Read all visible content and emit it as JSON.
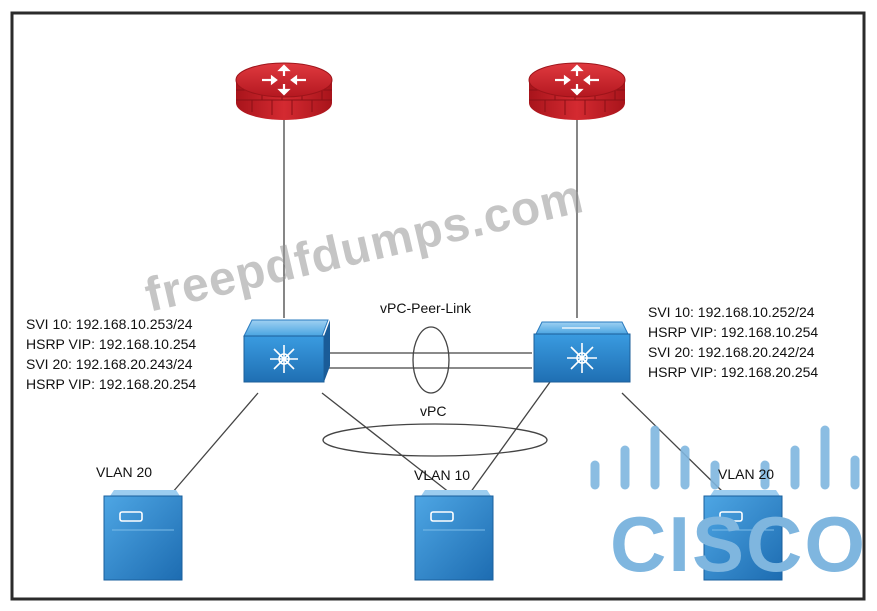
{
  "left_switch": {
    "lines": [
      "SVI 10: 192.168.10.253/24",
      "HSRP VIP: 192.168.10.254",
      "SVI 20: 192.168.20.243/24",
      "HSRP VIP: 192.168.20.254"
    ]
  },
  "right_switch": {
    "lines": [
      "SVI 10: 192.168.10.252/24",
      "HSRP VIP: 192.168.10.254",
      "SVI 20: 192.168.20.242/24",
      "HSRP VIP: 192.168.20.254"
    ]
  },
  "links": {
    "peer_link_label": "vPC-Peer-Link",
    "vpc_label": "vPC"
  },
  "servers": {
    "left_vlan": "VLAN 20",
    "middle_vlan": "VLAN 10",
    "right_vlan": "VLAN 20"
  },
  "watermark": "freepdfdumps.com",
  "logo_text": "CISCO",
  "colors": {
    "router_red": "#c8202a",
    "switch_blue": "#2f8fd6",
    "server_blue": "#2a86cf",
    "logo_blue": "#7fb6df",
    "border": "#2b2b2b"
  }
}
